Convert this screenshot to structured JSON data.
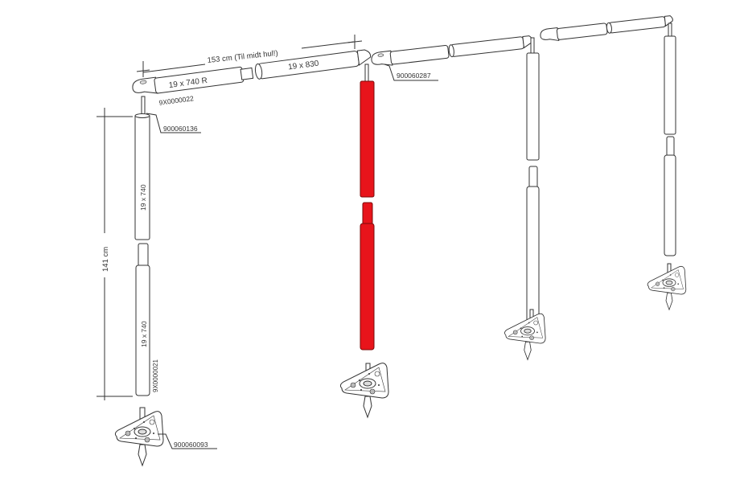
{
  "dimensions": {
    "width_label": "153 cm (Til midt hul!)",
    "height_label": "141 cm"
  },
  "parts": {
    "roof_left_tube": "19 x 740 R",
    "roof_right_tube": "19 x 830",
    "roof_left_part_no": "9X0000022",
    "top_pin_part_no": "900060136",
    "upper_leg_tube": "19 x 740",
    "lower_leg_tube": "19 x 740",
    "lower_leg_part_no": "9X0000021",
    "foot_part_no": "900060093",
    "roof_connector_part_no": "900060287"
  },
  "colors": {
    "highlight": "#e8141b",
    "line": "#333333"
  }
}
